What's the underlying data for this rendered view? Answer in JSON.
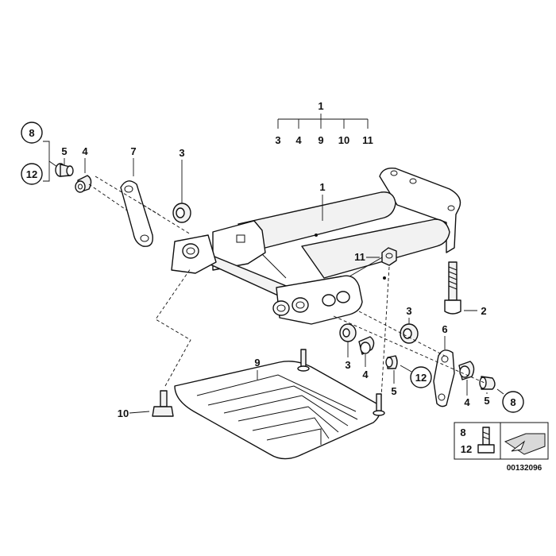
{
  "tree": {
    "root": "1",
    "children": [
      "3",
      "4",
      "9",
      "10",
      "11"
    ]
  },
  "callouts": {
    "frame": "1",
    "bolt_long": "2",
    "washer_left": "3",
    "washer_right_top": "3",
    "washer_right_bottom": "3",
    "bushing_left": "4",
    "bushing_right_mid": "4",
    "bushing_right_low": "4",
    "sleeve_left": "5",
    "sleeve_right_mid": "5",
    "sleeve_right_low": "5",
    "bracket_right": "6",
    "bracket_left": "7",
    "circle_left_top": "8",
    "circle_right_low": "8",
    "skid_plate": "9",
    "screw_bottom": "10",
    "nut": "11",
    "circle_left_low": "12",
    "circle_right_mid": "12"
  },
  "legend": {
    "top": "8",
    "bottom": "12"
  },
  "diagram_id": "00132096"
}
